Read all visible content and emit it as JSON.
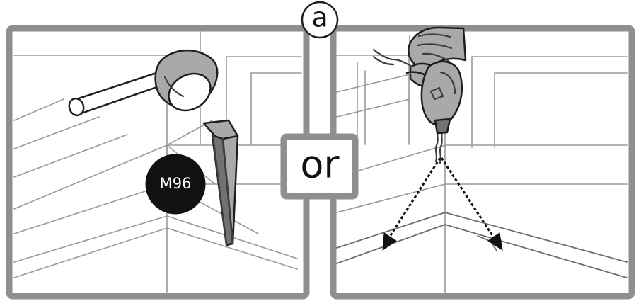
{
  "step": {
    "label": "a"
  },
  "separator": {
    "label": "or"
  },
  "left_panel": {
    "badge": "M96",
    "icons": [
      "mallet-icon",
      "wedge-icon"
    ]
  },
  "right_panel": {
    "icons": [
      "hand-icon",
      "drill-icon",
      "drill-bit-icon",
      "arrow-icon"
    ]
  },
  "colors": {
    "frame": "#8f8f8f",
    "badge": "#111111",
    "lines": "#3d3d3d"
  }
}
